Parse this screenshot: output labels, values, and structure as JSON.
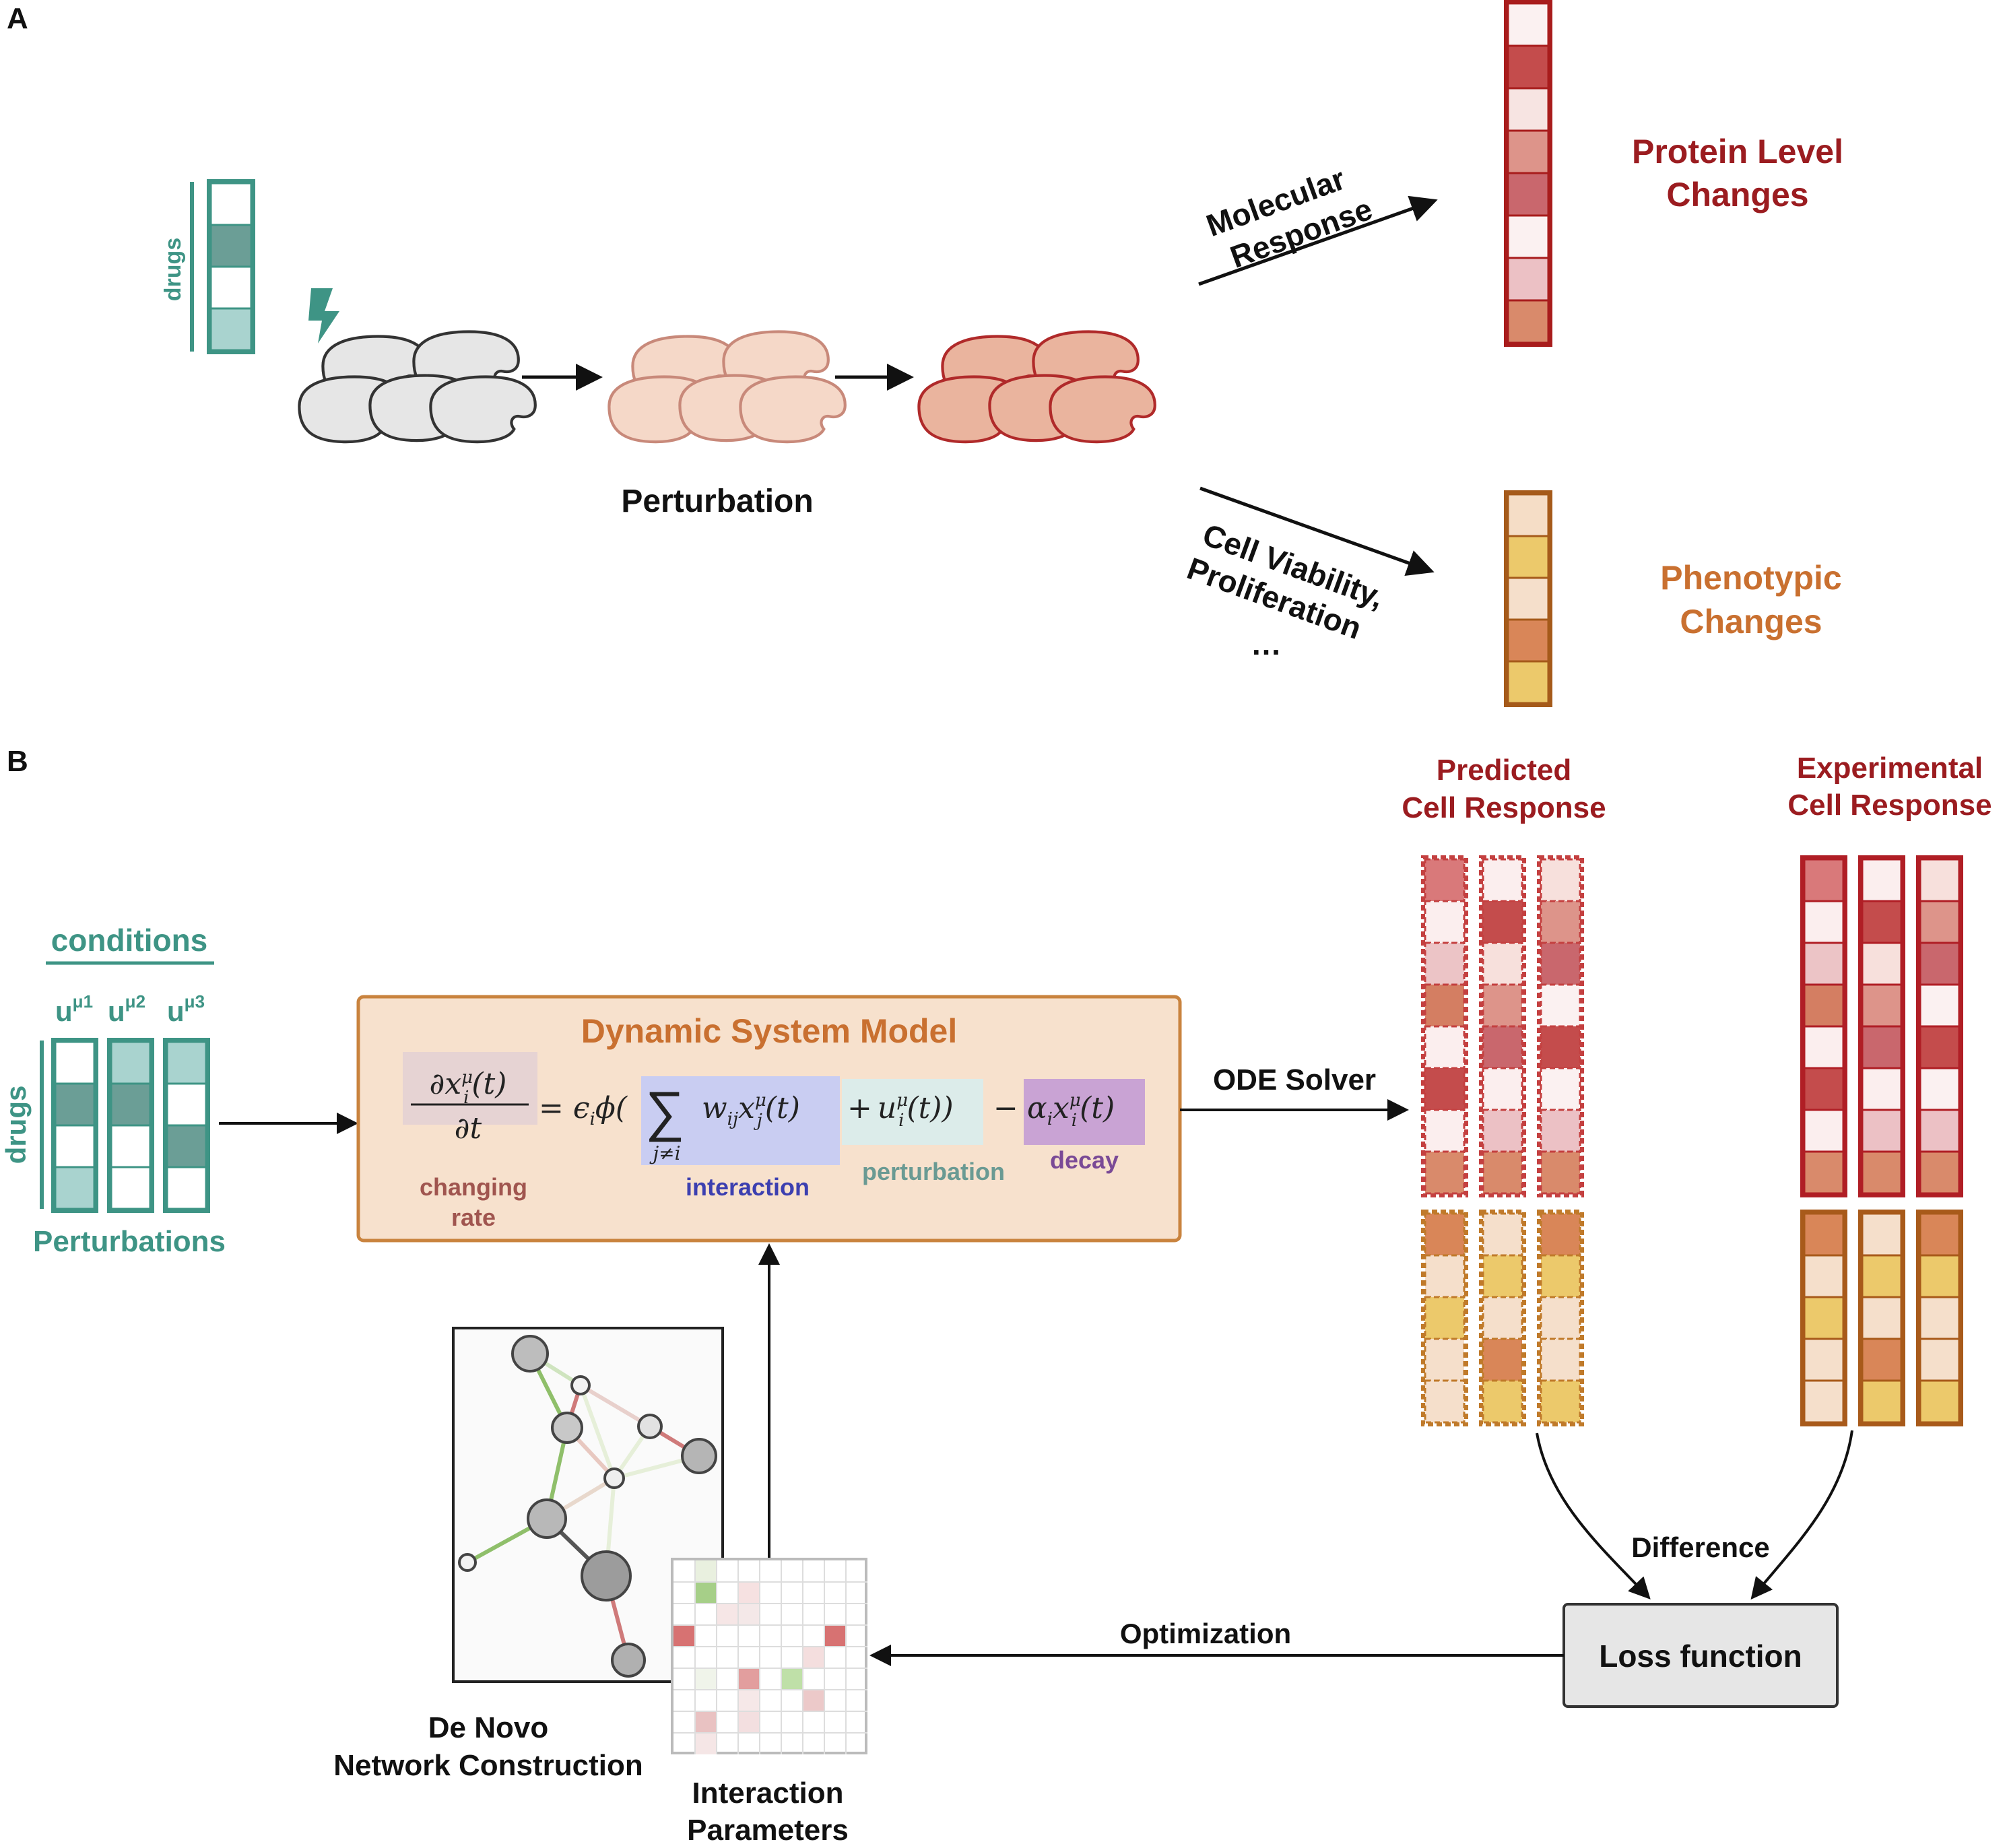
{
  "colors": {
    "teal": "#3e9485",
    "teal_mid": "#6b9e96",
    "teal_light": "#a9d3cf",
    "dark_red": "#9b1c20",
    "orange": "#c97030",
    "model_box_fill": "#f7e1cd",
    "model_box_stroke": "#c9833e",
    "interaction_bg": "#c9cdf2",
    "interaction_text": "#3c3fb0",
    "perturbation_bg": "#dcecea",
    "perturbation_text": "#6a9a93",
    "decay_bg": "#c9a3d4",
    "decay_text": "#7a4a96",
    "rate_bg": "#e6d3d3",
    "rate_text": "#a0554f",
    "loss_fill": "#e6e6e6",
    "edge_green": "#8fbf6a",
    "edge_red": "#cf7a7a"
  },
  "panel_a": {
    "label": "A",
    "drugs_label": "drugs",
    "perturbation_label": "Perturbation",
    "molecular_line1": "Molecular",
    "molecular_line2": "Response",
    "viability_line1": "Cell Viability,",
    "viability_line2": "Proliferation",
    "viability_line3": "…",
    "protein_line1": "Protein Level",
    "protein_line2": "Changes",
    "phenotypic_line1": "Phenotypic",
    "phenotypic_line2": "Changes",
    "drug_vector": [
      "#ffffff",
      "#6b9e96",
      "#ffffff",
      "#a9d3cf"
    ],
    "protein_vector": [
      "#fbf1f1",
      "#c44c4c",
      "#f7e4e2",
      "#dd948a",
      "#c9676d",
      "#fbf1f1",
      "#ecc1c5",
      "#d98a6b"
    ],
    "phenotype_vector": [
      "#f5ddc6",
      "#ecc96b",
      "#f5dfcb",
      "#d98658",
      "#ecc96b"
    ]
  },
  "panel_b": {
    "label": "B",
    "conditions_label": "conditions",
    "u_base": "u",
    "u_sups": [
      "μ1",
      "μ2",
      "μ3"
    ],
    "drugs_label": "drugs",
    "perturbations_label": "Perturbations",
    "condition_matrix": [
      [
        "#ffffff",
        "#6b9e96",
        "#ffffff",
        "#a9d3cf"
      ],
      [
        "#a9d3cf",
        "#6b9e96",
        "#ffffff",
        "#ffffff"
      ],
      [
        "#a9d3cf",
        "#ffffff",
        "#6b9e96",
        "#ffffff"
      ]
    ],
    "model_title": "Dynamic System Model",
    "eq": {
      "lhs_num": "∂x",
      "lhs_num_sup": "μ",
      "lhs_num_sub": "i",
      "lhs_num_tail": "(t)",
      "lhs_den": "∂t",
      "equals_part": "= ϵ",
      "equals_sub": "i",
      "phi_part": "ϕ(",
      "sum_symbol": "∑",
      "sum_sub": "j≠i",
      "w_part": "w",
      "w_sub": "ij",
      "x_part": "x",
      "x_sup": "μ",
      "x_sub": "j",
      "x_tail": "(t)",
      "plus": "+",
      "u_part": "u",
      "u_sup": "μ",
      "u_sub": "i",
      "u_tail": "(t))",
      "minus": "−",
      "alpha_part": "α",
      "alpha_sub": "i",
      "decay_x": "x",
      "decay_sup": "μ",
      "decay_sub": "i",
      "decay_tail": "(t)"
    },
    "term_changing_line1": "changing",
    "term_changing_line2": "rate",
    "term_interaction": "interaction",
    "term_perturbation": "perturbation",
    "term_decay": "decay",
    "ode_solver_label": "ODE Solver",
    "predicted_line1": "Predicted",
    "predicted_line2": "Cell Response",
    "experimental_line1": "Experimental",
    "experimental_line2": "Cell Response",
    "predicted_protein": [
      [
        "#d9797a",
        "#fbeeee",
        "#ecc4c6",
        "#d47e62",
        "#fbeeee",
        "#c44c4c",
        "#fbeeee",
        "#d98a6b"
      ],
      [
        "#fbeeee",
        "#c44c4c",
        "#f7e0dc",
        "#dd948a",
        "#c9676d",
        "#fbeeee",
        "#ecc1c5",
        "#d98a6b"
      ],
      [
        "#f7e0dc",
        "#dd948a",
        "#c9676d",
        "#fbf1f1",
        "#c44c4c",
        "#fbf1f1",
        "#ecc1c5",
        "#d98a6b"
      ]
    ],
    "predicted_phenotype": [
      [
        "#d98658",
        "#f5dfcb",
        "#ecc96b",
        "#f5dfcb",
        "#f5dfcb"
      ],
      [
        "#f5dfcb",
        "#ecc96b",
        "#f5dfcb",
        "#d98658",
        "#ecc96b"
      ],
      [
        "#d98658",
        "#ecc96b",
        "#f5dfcb",
        "#f5dfcb",
        "#ecc96b"
      ]
    ],
    "experimental_protein": [
      [
        "#d9797a",
        "#fbeeee",
        "#ecc4c6",
        "#d47e62",
        "#fbeeee",
        "#c44c4c",
        "#fbeeee",
        "#d98a6b"
      ],
      [
        "#fbeeee",
        "#c44c4c",
        "#f7e0dc",
        "#dd948a",
        "#c9676d",
        "#fbeeee",
        "#ecc1c5",
        "#d98a6b"
      ],
      [
        "#f7e0dc",
        "#dd948a",
        "#c9676d",
        "#fbf1f1",
        "#c44c4c",
        "#fbf1f1",
        "#ecc1c5",
        "#d98a6b"
      ]
    ],
    "experimental_phenotype": [
      [
        "#d98658",
        "#f5dfcb",
        "#ecc96b",
        "#f5dfcb",
        "#f5dfcb"
      ],
      [
        "#f5dfcb",
        "#ecc96b",
        "#f5dfcb",
        "#d98658",
        "#ecc96b"
      ],
      [
        "#d98658",
        "#ecc96b",
        "#f5dfcb",
        "#f5dfcb",
        "#ecc96b"
      ]
    ],
    "difference_label": "Difference",
    "loss_label": "Loss function",
    "optimization_label": "Optimization",
    "network_line1": "De Novo",
    "network_line2": "Network Construction",
    "params_line1": "Interaction",
    "params_line2": "Parameters",
    "param_cells": [
      {
        "r": 0,
        "c": 1,
        "color": "#e9f0df"
      },
      {
        "r": 1,
        "c": 1,
        "color": "#a6cf88"
      },
      {
        "r": 1,
        "c": 3,
        "color": "#f6e1e1"
      },
      {
        "r": 2,
        "c": 2,
        "color": "#f6e6e6"
      },
      {
        "r": 2,
        "c": 3,
        "color": "#f4e8e8"
      },
      {
        "r": 3,
        "c": 0,
        "color": "#d77272"
      },
      {
        "r": 3,
        "c": 7,
        "color": "#d77272"
      },
      {
        "r": 4,
        "c": 6,
        "color": "#f4dede"
      },
      {
        "r": 5,
        "c": 1,
        "color": "#f0f4ea"
      },
      {
        "r": 5,
        "c": 3,
        "color": "#e29e9e"
      },
      {
        "r": 5,
        "c": 5,
        "color": "#bfe0a8"
      },
      {
        "r": 6,
        "c": 3,
        "color": "#f6e8e8"
      },
      {
        "r": 6,
        "c": 6,
        "color": "#ecc9c9"
      },
      {
        "r": 7,
        "c": 1,
        "color": "#e9c2c2"
      },
      {
        "r": 7,
        "c": 3,
        "color": "#f3dfe0"
      },
      {
        "r": 8,
        "c": 1,
        "color": "#f5e6e6"
      }
    ]
  }
}
